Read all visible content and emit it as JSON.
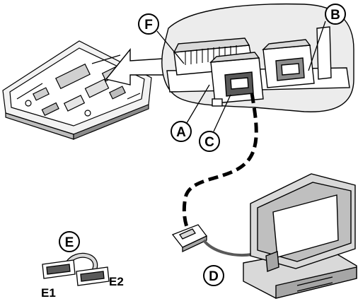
{
  "callouts": {
    "A": "A",
    "B": "B",
    "C": "C",
    "D": "D",
    "E": "E",
    "F": "F"
  },
  "labels": {
    "e1": "E1",
    "e2": "E2"
  },
  "colors": {
    "line": "#000000",
    "light_gray": "#d9d9d9",
    "mid_gray": "#a6a6a6",
    "dark_gray": "#595959"
  }
}
